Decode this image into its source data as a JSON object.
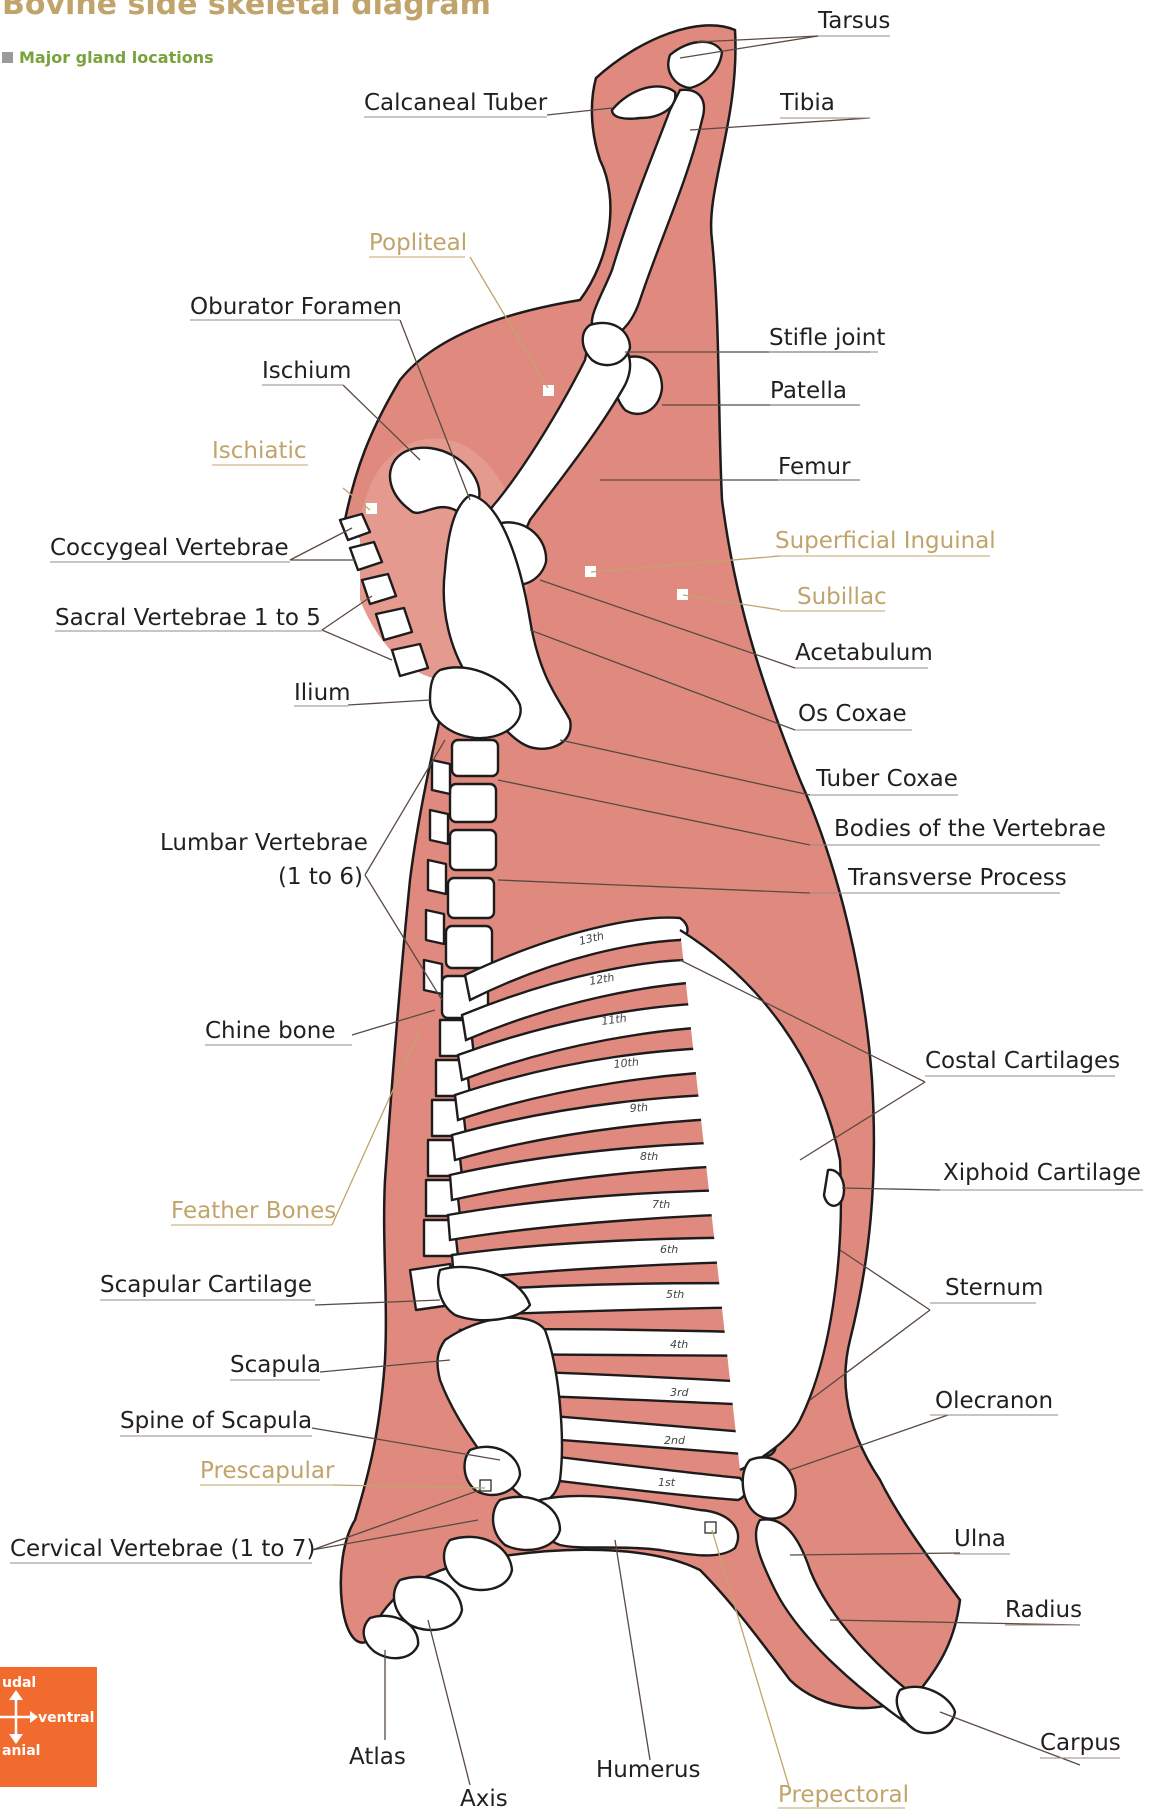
{
  "title": "Bovine side skeletal diagram",
  "subtitle": "Major gland locations",
  "colors": {
    "title": "#c1a46b",
    "subtitle": "#7aa23c",
    "meat": "#e08a7f",
    "gland_label": "#c1a46b",
    "bone_label": "#231f20",
    "compass_bg": "#f26b2e"
  },
  "compass": {
    "top": "udal",
    "right": "ventral",
    "bottom": "anial"
  },
  "labels": {
    "tarsus": "Tarsus",
    "tibia": "Tibia",
    "calcaneal_tuber": "Calcaneal Tuber",
    "popliteal": "Popliteal",
    "oburator_foramen": "Oburator Foramen",
    "stifle_joint": "Stifle joint",
    "ischium": "Ischium",
    "patella": "Patella",
    "ischiatic": "Ischiatic",
    "femur": "Femur",
    "coccygeal_vertebrae": "Coccygeal Vertebrae",
    "superficial_inguinal": "Superficial Inguinal",
    "subillac": "Subillac",
    "sacral_vertebrae": "Sacral Vertebrae 1 to 5",
    "acetabulum": "Acetabulum",
    "ilium": "Ilium",
    "os_coxae": "Os Coxae",
    "tuber_coxae": "Tuber Coxae",
    "bodies_of_vertebrae": "Bodies of the Vertebrae",
    "lumbar_vertebrae_1": "Lumbar Vertebrae",
    "lumbar_vertebrae_2": "(1 to 6)",
    "transverse_process": "Transverse Process",
    "chine_bone": "Chine bone",
    "costal_cartilages": "Costal Cartilages",
    "xiphoid_cartilage": "Xiphoid Cartilage",
    "feather_bones": "Feather Bones",
    "sternum": "Sternum",
    "scapular_cartilage": "Scapular Cartilage",
    "scapula": "Scapula",
    "olecranon": "Olecranon",
    "spine_of_scapula": "Spine of Scapula",
    "prescapular": "Prescapular",
    "cervical_vertebrae": "Cervical Vertebrae (1 to 7)",
    "ulna": "Ulna",
    "radius": "Radius",
    "carpus": "Carpus",
    "atlas": "Atlas",
    "humerus": "Humerus",
    "axis": "Axis",
    "prepectoral": "Prepectoral"
  },
  "ribs": [
    "13th",
    "12th",
    "11th",
    "10th",
    "9th",
    "8th",
    "7th",
    "6th",
    "5th",
    "4th",
    "3rd",
    "2nd",
    "1st"
  ]
}
